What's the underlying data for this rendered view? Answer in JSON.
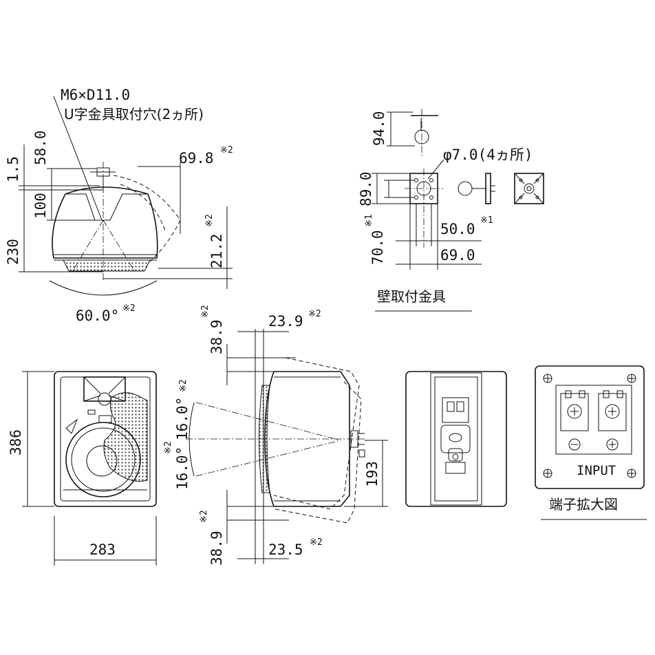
{
  "top_view": {
    "note_thread": "M6×D11.0",
    "note_holes": "U字金具取付穴(2ヵ所)",
    "dim_1_5": "1.5",
    "dim_58": "58.0",
    "dim_100": "100",
    "dim_230": "230",
    "dim_69_8": "69.8",
    "dim_21_2": "21.2",
    "dim_60": "60.0°"
  },
  "bracket": {
    "dim_94": "94.0",
    "note_hole": "φ7.0(4ヵ所)",
    "dim_89": "89.0",
    "dim_70": "70.0",
    "dim_50": "50.0",
    "dim_69": "69.0",
    "caption": "壁取付金具"
  },
  "side_view": {
    "dim_38_9_top": "38.9",
    "dim_23_9": "23.9",
    "dim_16_upper": "16.0°",
    "dim_16_lower": "16.0°",
    "dim_193": "193",
    "dim_38_9_bottom": "38.9",
    "dim_23_5": "23.5"
  },
  "front_view": {
    "dim_386": "386",
    "dim_283": "283"
  },
  "terminal": {
    "label": "INPUT",
    "caption": "端子拡大図"
  },
  "note_mark_1": "※1",
  "note_mark_2": "※2"
}
